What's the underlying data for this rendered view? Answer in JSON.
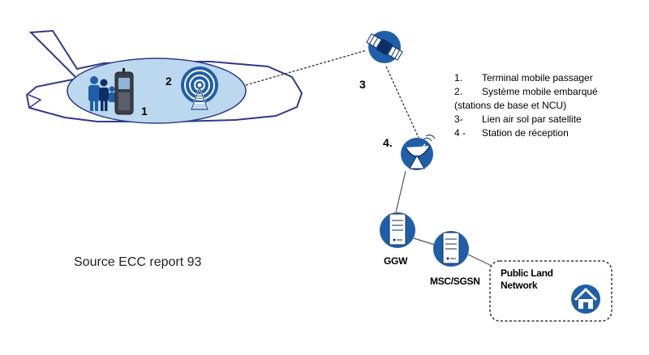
{
  "numbers": {
    "n1": "1",
    "n2": "2",
    "n3": "3",
    "n4": "4."
  },
  "legend": [
    {
      "num": "1.",
      "text": "Terminal mobile passager"
    },
    {
      "num": "2.",
      "text": "Système mobile embarqué"
    },
    {
      "num": "",
      "text": "(stations de base et NCU)"
    },
    {
      "num": "3-",
      "text": "Lien air sol par satellite"
    },
    {
      "num": "4 -",
      "text": "Station de réception"
    }
  ],
  "nodes": {
    "ggw": "GGW",
    "msc": "MSC/SGSN",
    "plmn_line1": "Public Land",
    "plmn_line2": "Network"
  },
  "source": "Source ECC report 93",
  "colors": {
    "outline": "#2e3a8c",
    "cabin_fill": "#bcd8ef",
    "icon_blue": "#1f5fa8",
    "icon_dark": "#0d2f66"
  }
}
